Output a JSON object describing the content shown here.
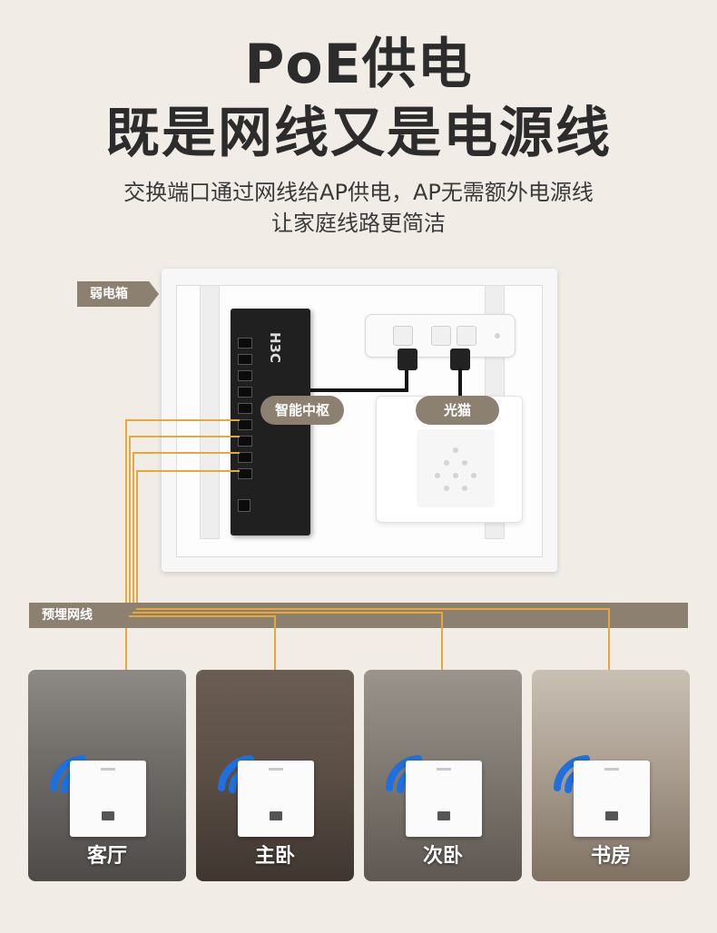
{
  "heading": {
    "line1": "PoE供电",
    "line2": "既是网线又是电源线"
  },
  "subtitle": {
    "line1": "交换端口通过网线给AP供电，AP无需额外电源线",
    "line2": "让家庭线路更简洁"
  },
  "tags": {
    "box": "弱电箱",
    "wiring": "预埋网线"
  },
  "labels": {
    "hub": "智能中枢",
    "modem": "光猫",
    "brand": "H3C"
  },
  "rooms": [
    {
      "label": "客厅"
    },
    {
      "label": "主卧"
    },
    {
      "label": "次卧"
    },
    {
      "label": "书房"
    }
  ],
  "colors": {
    "background": "#f1ece6",
    "tag": "#8c8170",
    "wire": "#e5a93b",
    "wifi": "#1e6fe0"
  }
}
